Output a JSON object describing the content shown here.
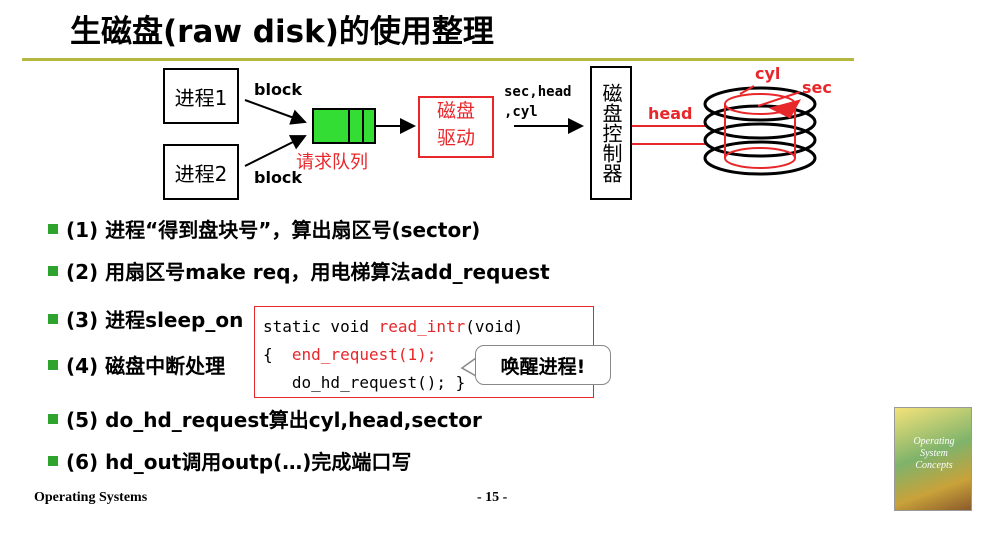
{
  "slide": {
    "title": "生磁盘(raw disk)的使用整理",
    "footer_left": "Operating Systems",
    "page_number": "- 15 -"
  },
  "diagram": {
    "process1": "进程1",
    "process2": "进程2",
    "block_top": "block",
    "block_bottom": "block",
    "queue_label": "请求队列",
    "driver_line1": "磁盘",
    "driver_line2": "驱动",
    "params_line1": "sec,head",
    "params_line2": ",cyl",
    "controller": "磁盘控制器",
    "cyl_label": "cyl",
    "sec_label": "sec",
    "head_label": "head"
  },
  "bullets": [
    "(1) 进程“得到盘块号”，算出扇区号(sector)",
    "(2) 用扇区号make req，用电梯算法add_request",
    "(3) 进程sleep_on",
    "(4) 磁盘中断处理",
    "(5) do_hd_request算出cyl,head,sector",
    "(6) hd_out调用outp(…)完成端口写"
  ],
  "code": {
    "line1_a": "static void ",
    "line1_b": "read_intr",
    "line1_c": "(void)",
    "line2_a": "{  ",
    "line2_b": "end_request(1);",
    "line3": "   do_hd_request(); }"
  },
  "callout": "唤醒进程!",
  "book_cover": {
    "line1": "Operating",
    "line2": "System",
    "line3": "Concepts"
  },
  "colors": {
    "accent_red": "#e8272b",
    "queue_green": "#33dd33",
    "rule_olive": "#b5b840",
    "bullet_green": "#2ea32e"
  }
}
